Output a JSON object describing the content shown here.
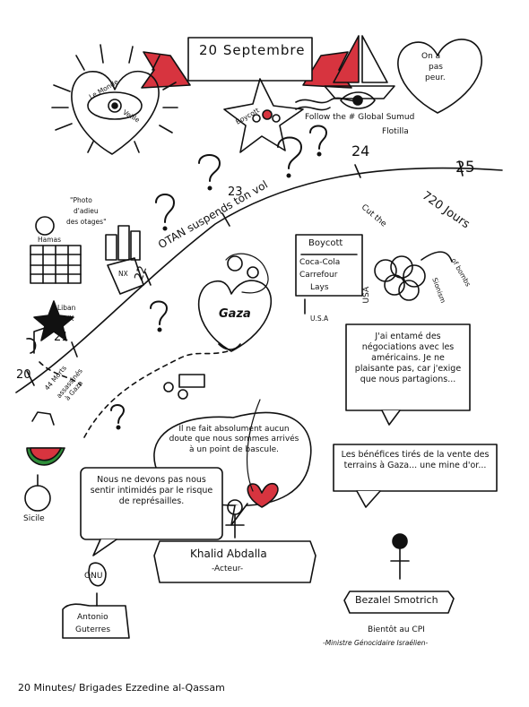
{
  "date_banner": "20 Septembre",
  "fear_heart": [
    "On a",
    "pas",
    "peur."
  ],
  "world_heart": [
    "Le Monde",
    "Veille"
  ],
  "boycott_star": "Boycott",
  "flotilla": {
    "line1": "Follow the # Global Sumud",
    "line2": "Flotilla"
  },
  "timeline": {
    "n20": "20",
    "n21": "21",
    "n22": "22",
    "n23": "23",
    "n24": "24",
    "n25": "25",
    "otan": "OTAN suspends ton vol",
    "jours": "720 Jours",
    "deaths": [
      "44 Morts",
      "assassinés",
      "à Gaza"
    ]
  },
  "hostage_photo": [
    "\"Photo",
    "d'adieu",
    "des otages\""
  ],
  "hamas": "Hamas",
  "liban": [
    "Liban",
    "1/K"
  ],
  "nx": "NX",
  "gaza": "Gaza",
  "boycott_list": {
    "title": "Boycott",
    "items": [
      "Coca-Cola",
      "Carrefour",
      "Lays"
    ],
    "usa": "U.S.A"
  },
  "cut_the": "Cut the",
  "of_bombs": "of bombs",
  "usa_vertical": "USA",
  "sionism": "Sionism",
  "smotrich_quote_1": "J'ai entamé des négociations avec les américains. Je ne plaisante pas, car j'exige que nous partagions...",
  "smotrich_quote_2": "Les bénéfices tirés de la vente des terrains à Gaza... une mine d'or...",
  "abdalla_quote": "Il ne fait absolument aucun doute que nous sommes arrivés à un point de bascule.",
  "guterres_quote": "Nous ne devons pas nous sentir intimidés par le risque de représailles.",
  "khalid": {
    "name": "Khalid Abdalla",
    "role": "-Acteur-"
  },
  "bezalel": {
    "name": "Bezalel Smotrich",
    "line1": "Bientôt au CPI",
    "line2": "-Ministre Génocidaire Israélien-"
  },
  "onu": "ONU",
  "antonio": [
    "Antonio",
    "Guterres"
  ],
  "sicile": "Sicile",
  "footer": "20 Minutes/ Brigades Ezzedine al-Qassam"
}
